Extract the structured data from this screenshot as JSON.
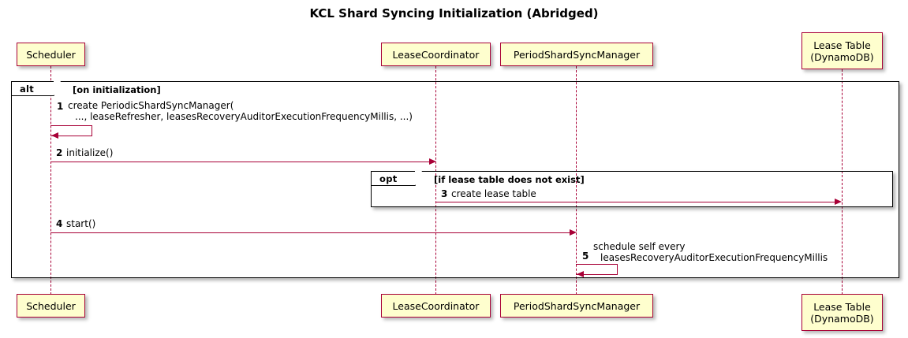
{
  "title": "KCL Shard Syncing Initialization (Abridged)",
  "colors": {
    "participant_border": "#A80036",
    "participant_fill": "#FEFECE",
    "arrow": "#A80036",
    "frame_border": "#000000",
    "background": "#FFFFFF"
  },
  "participants": [
    {
      "id": "scheduler",
      "lines": [
        "Scheduler"
      ]
    },
    {
      "id": "leasecoordinator",
      "lines": [
        "LeaseCoordinator"
      ]
    },
    {
      "id": "periodshardsyncmanager",
      "lines": [
        "PeriodShardSyncManager"
      ]
    },
    {
      "id": "leasetable",
      "lines": [
        "Lease Table",
        "(DynamoDB)"
      ]
    }
  ],
  "fragments": [
    {
      "id": "alt",
      "label": "alt",
      "condition": "[on initialization]"
    },
    {
      "id": "opt",
      "label": "opt",
      "condition": "[if lease table does not exist]"
    }
  ],
  "messages": [
    {
      "num": "1",
      "from": "scheduler",
      "to": "scheduler",
      "kind": "self",
      "lines": [
        "create PeriodicShardSyncManager(",
        "..., leaseRefresher, leasesRecoveryAuditorExecutionFrequencyMillis, ...)"
      ]
    },
    {
      "num": "2",
      "from": "scheduler",
      "to": "leasecoordinator",
      "kind": "sync",
      "lines": [
        "initialize()"
      ]
    },
    {
      "num": "3",
      "from": "leasecoordinator",
      "to": "leasetable",
      "kind": "sync",
      "lines": [
        "create lease table"
      ]
    },
    {
      "num": "4",
      "from": "scheduler",
      "to": "periodshardsyncmanager",
      "kind": "sync",
      "lines": [
        "start()"
      ]
    },
    {
      "num": "5",
      "from": "periodshardsyncmanager",
      "to": "periodshardsyncmanager",
      "kind": "self",
      "lines": [
        "schedule self every",
        "leasesRecoveryAuditorExecutionFrequencyMillis"
      ]
    }
  ]
}
